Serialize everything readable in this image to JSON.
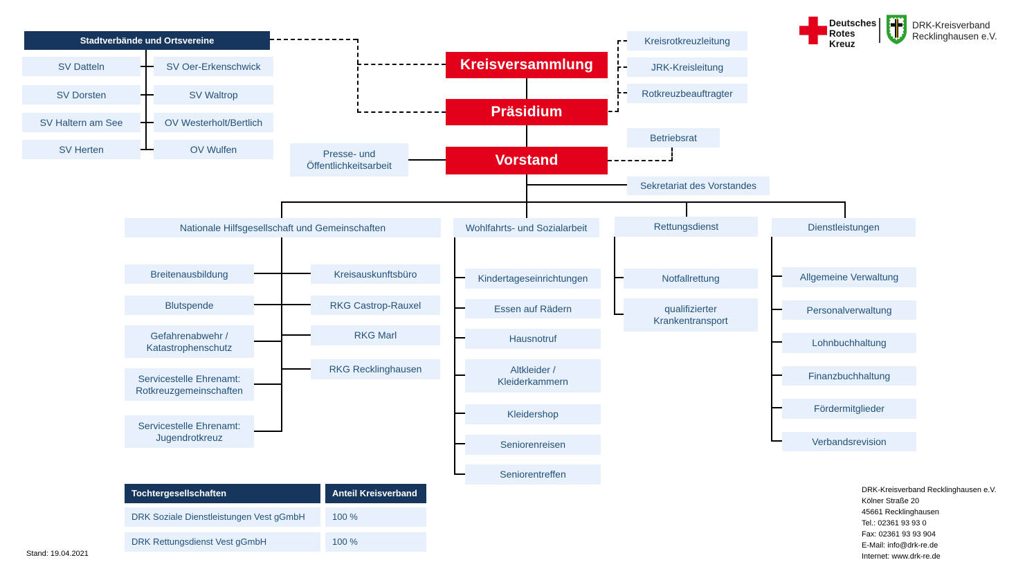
{
  "colors": {
    "red": "#e2001a",
    "navy": "#17365d",
    "light_blue": "#e8f1fb",
    "text_blue": "#1f4e79",
    "shield_green": "#2da02d",
    "staff_gold": "#e8b820"
  },
  "header_group": {
    "title": "Stadtverbände und Ortsvereine",
    "column1": [
      "SV Datteln",
      "SV Dorsten",
      "SV Haltern am See",
      "SV Herten"
    ],
    "column2": [
      "SV Oer-Erkenschwick",
      "SV Waltrop",
      "OV Westerholt/Bertlich",
      "OV Wulfen"
    ]
  },
  "governance": {
    "items": [
      "Kreisversammlung",
      "Präsidium",
      "Vorstand"
    ]
  },
  "advisory": {
    "items": [
      "Kreisrotkreuzleitung",
      "JRK-Kreisleitung",
      "Rotkreuzbeauftragter"
    ],
    "betriebsrat": "Betriebsrat",
    "presse": "Presse- und\nÖffentlichkeitsarbeit",
    "sekretariat": "Sekretariat des Vorstandes"
  },
  "branches": [
    {
      "title": "Nationale Hilfsgesellschaft und Gemeinschaften",
      "items_left": [
        "Breitenausbildung",
        "Blutspende",
        "Gefahrenabwehr /\nKatastrophenschutz",
        "Servicestelle Ehrenamt:\nRotkreuzgemeinschaften",
        "Servicestelle Ehrenamt:\nJugendrotkreuz"
      ],
      "items_right": [
        "Kreisauskunftsbüro",
        "RKG Castrop-Rauxel",
        "RKG Marl",
        "RKG Recklinghausen"
      ]
    },
    {
      "title": "Wohlfahrts- und Sozialarbeit",
      "items": [
        "Kindertageseinrichtungen",
        "Essen auf Rädern",
        "Hausnotruf",
        "Altkleider /\nKleiderkammern",
        "Kleidershop",
        "Seniorenreisen",
        "Seniorentreffen"
      ]
    },
    {
      "title": "Rettungsdienst",
      "items": [
        "Notfallrettung",
        "qualifizierter\nKrankentransport"
      ]
    },
    {
      "title": "Dienstleistungen",
      "items": [
        "Allgemeine Verwaltung",
        "Personalverwaltung",
        "Lohnbuchhaltung",
        "Finanzbuchhaltung",
        "Fördermitglieder",
        "Verbandsrevision"
      ]
    }
  ],
  "subsidiaries_table": {
    "headers": [
      "Tochtergesellschaften",
      "Anteil Kreisverband"
    ],
    "rows": [
      {
        "name": "DRK Soziale Dienstleistungen Vest gGmbH",
        "share": "100 %"
      },
      {
        "name": "DRK Rettungsdienst Vest gGmbH",
        "share": "100 %"
      }
    ]
  },
  "footer": {
    "stand": "Stand: 19.04.2021"
  },
  "brand": {
    "drk_lines": [
      "Deutsches",
      "Rotes",
      "Kreuz"
    ],
    "org_lines": [
      "DRK-Kreisverband",
      "Recklinghausen e.V."
    ]
  },
  "contact": {
    "lines": [
      "DRK-Kreisverband Recklinghausen e.V.",
      "Kölner Straße 20",
      "45661 Recklinghausen",
      "Tel.: 02361 93 93 0",
      "Fax: 02361 93 93 904",
      "E-Mail: info@drk-re.de",
      "Internet: www.drk-re.de"
    ]
  }
}
